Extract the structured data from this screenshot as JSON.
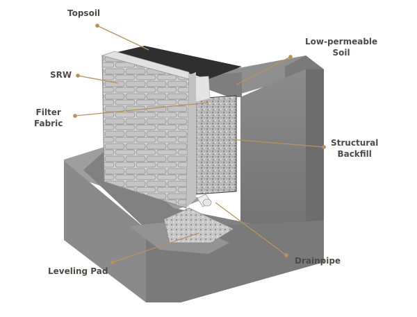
{
  "colors": {
    "leader": "#b8935a",
    "label_text": "#4f4a44",
    "soil_dark": "#6f6f6f",
    "soil_mid": "#8d8d8d",
    "soil_light": "#a9a9a9",
    "topsoil": "#2f2f2f",
    "wall": "#d2d2d2",
    "backfill": "#bdbdbd"
  },
  "labels": {
    "topsoil": "Topsoil",
    "low_permeable_line1": "Low-permeable",
    "low_permeable_line2": "Soil",
    "srw": "SRW",
    "filter_line1": "Filter",
    "filter_line2": "Fabric",
    "structural_line1": "Structural",
    "structural_line2": "Backfill",
    "drainpipe": "Drainpipe",
    "leveling_pad": "Leveling Pad"
  }
}
